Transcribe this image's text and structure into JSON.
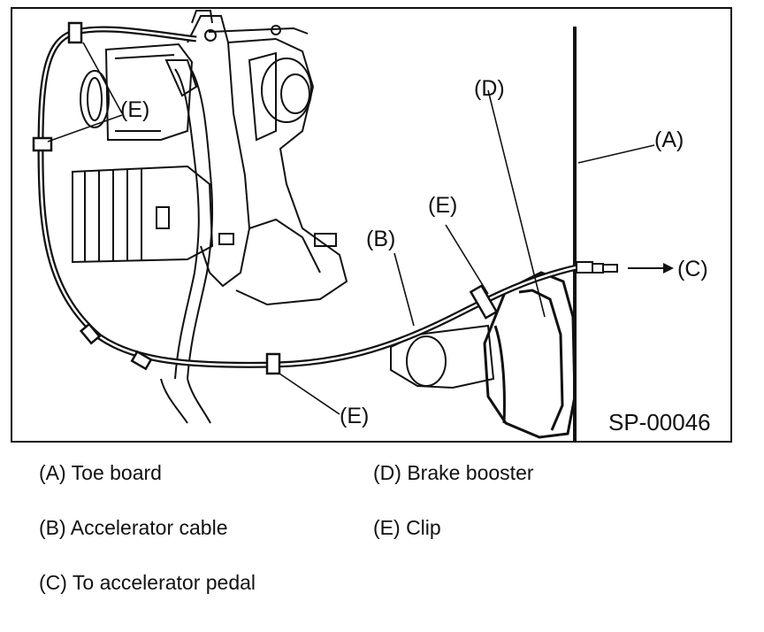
{
  "figure": {
    "code": "SP-00046",
    "callouts": {
      "a": "(A)",
      "b": "(B)",
      "c": "(C)",
      "d": "(D)",
      "e": "(E)"
    }
  },
  "legend": [
    {
      "key": "(A)",
      "text": "Toe board"
    },
    {
      "key": "(B)",
      "text": "Accelerator cable"
    },
    {
      "key": "(C)",
      "text": "To accelerator pedal"
    },
    {
      "key": "(D)",
      "text": "Brake booster"
    },
    {
      "key": "(E)",
      "text": "Clip"
    }
  ]
}
